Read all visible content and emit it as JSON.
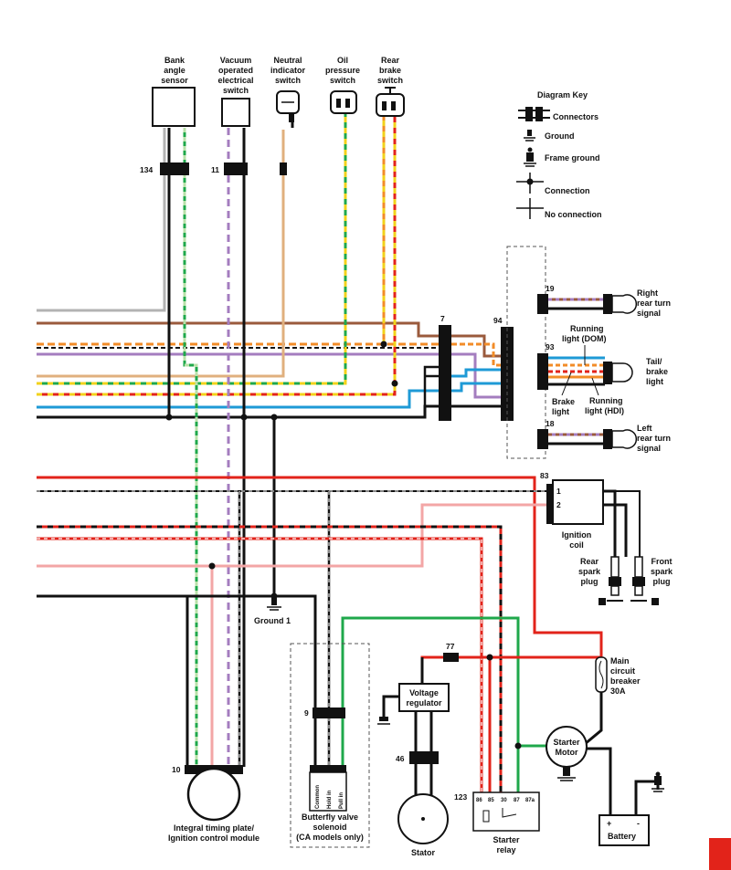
{
  "colors": {
    "red": "#e2231a",
    "brown": "#9a5a3c",
    "orange": "#f28c28",
    "purple": "#a47dbf",
    "tan": "#e0b07e",
    "green": "#1fa84b",
    "yellow": "#f2d21b",
    "blue": "#1e9ad6",
    "gray": "#b3b3b3",
    "pink": "#f3a6a6",
    "black": "#111111",
    "accent": "#e2231a"
  },
  "components": {
    "bank_angle": [
      "Bank",
      "angle",
      "sensor"
    ],
    "vacuum_switch": [
      "Vacuum",
      "operated",
      "electrical",
      "switch"
    ],
    "neutral_switch": [
      "Neutral",
      "indicator",
      "switch"
    ],
    "oil_switch": [
      "Oil",
      "pressure",
      "switch"
    ],
    "brake_switch": [
      "Rear",
      "brake",
      "switch"
    ],
    "right_turn": [
      "Right",
      "rear turn",
      "signal"
    ],
    "running_dom": [
      "Running",
      "light (DOM)"
    ],
    "tail_brake": [
      "Tail/",
      "brake",
      "light"
    ],
    "brake_light": [
      "Brake",
      "light"
    ],
    "running_hdi": [
      "Running",
      "light (HDI)"
    ],
    "left_turn": [
      "Left",
      "rear turn",
      "signal"
    ],
    "ignition_coil": [
      "Ignition",
      "coil"
    ],
    "rear_plug": [
      "Rear",
      "spark",
      "plug"
    ],
    "front_plug": [
      "Front",
      "spark",
      "plug"
    ],
    "ground1": "Ground 1",
    "main_breaker": [
      "Main",
      "circuit",
      "breaker",
      "30A"
    ],
    "voltage_reg": [
      "Voltage",
      "regulator"
    ],
    "starter_motor": [
      "Starter",
      "Motor"
    ],
    "timing_plate": [
      "Integral timing plate/",
      "Ignition control module"
    ],
    "butterfly": [
      "Butterfly valve",
      "solenoid",
      "(CA models only)"
    ],
    "solenoid_pins": [
      "Common",
      "Hold in",
      "Pull in"
    ],
    "stator": "Stator",
    "starter_relay": [
      "Starter",
      "relay"
    ],
    "relay_pins": [
      "86",
      "85",
      "30",
      "87",
      "87a"
    ],
    "battery": "Battery",
    "battery_plus": "+",
    "battery_minus": "-"
  },
  "connectors": {
    "c134": "134",
    "c11": "11",
    "c7": "7",
    "c94": "94",
    "c19": "19",
    "c93": "93",
    "c18": "18",
    "c83": "83",
    "coil_pin1": "1",
    "coil_pin2": "2",
    "c77": "77",
    "c9": "9",
    "c46": "46",
    "c10": "10",
    "c123": "123"
  },
  "key": {
    "title": "Diagram Key",
    "connectors": "Connectors",
    "ground": "Ground",
    "frame_ground": "Frame ground",
    "connection": "Connection",
    "no_connection": "No connection"
  }
}
